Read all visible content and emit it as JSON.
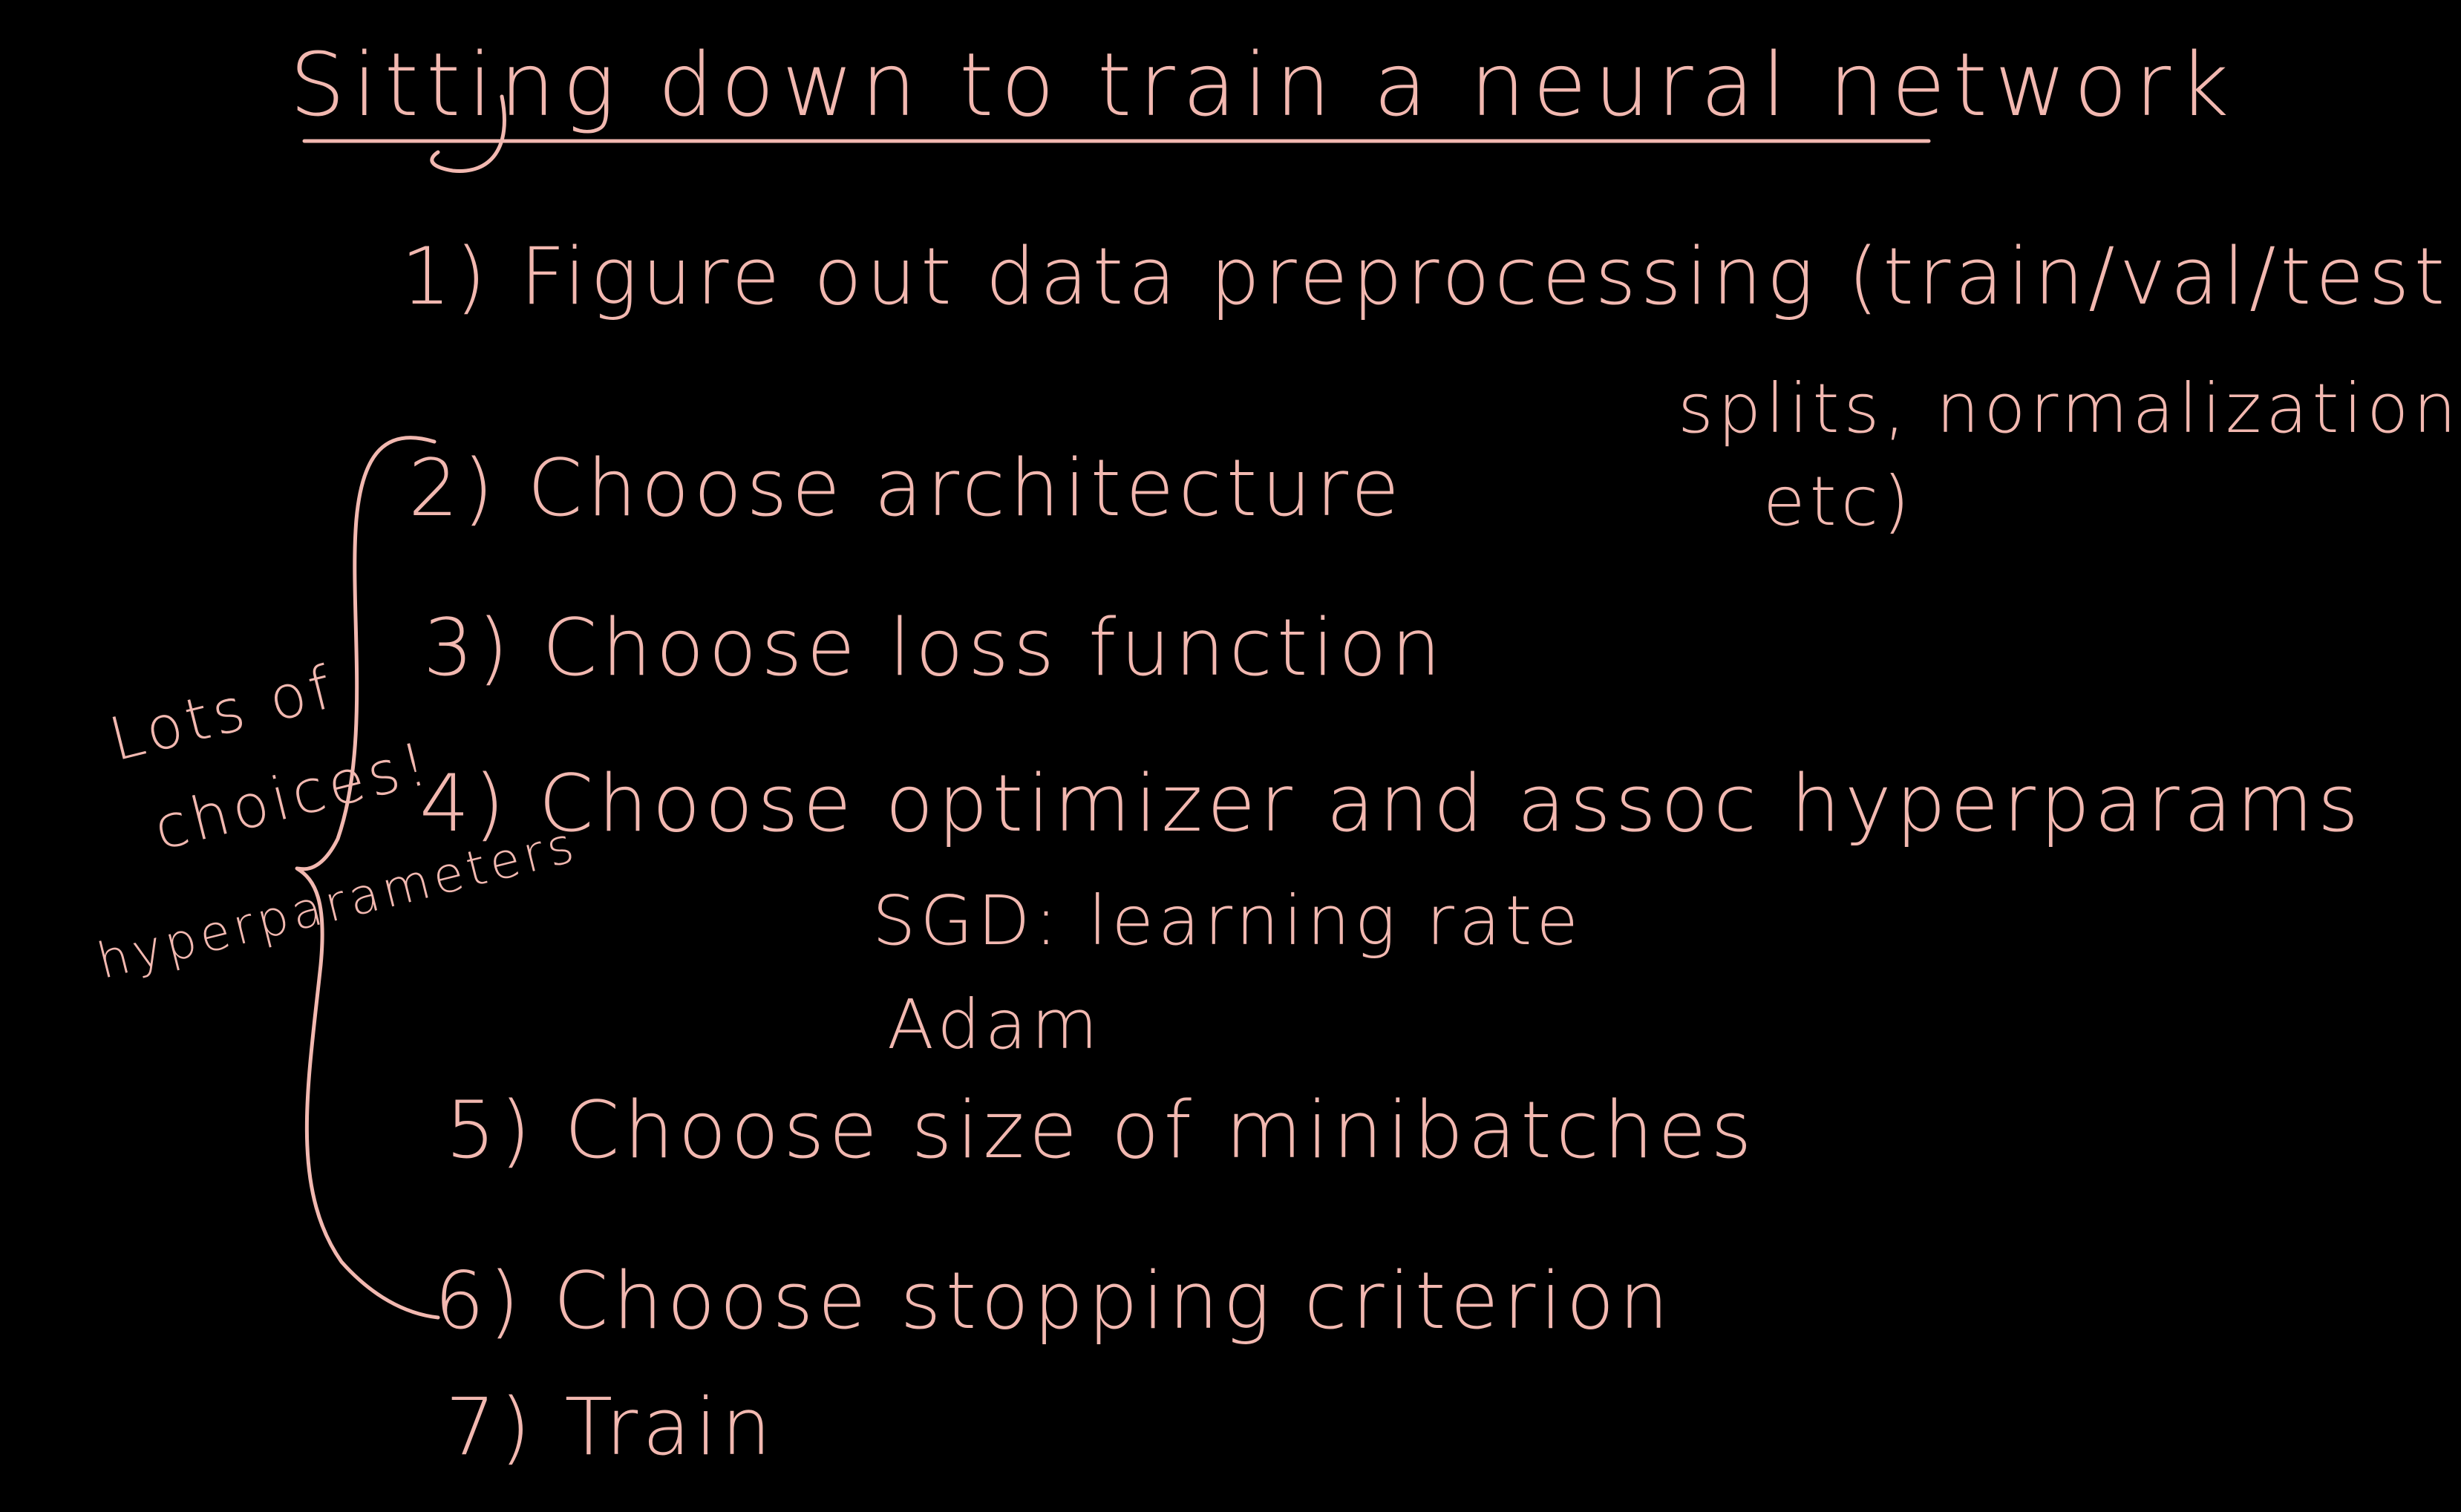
{
  "title": "Sitting down to train a neural network",
  "steps": [
    {
      "text": "1) Figure out data preprocessing (train/val/test"
    },
    {
      "text": "2) Choose architecture"
    },
    {
      "text": "3) Choose loss function"
    },
    {
      "text": "4) Choose optimizer and assoc hyperparams"
    },
    {
      "text": "5) Choose size of minibatches"
    },
    {
      "text": "6) Choose stopping criterion"
    },
    {
      "text": "7) Train"
    }
  ],
  "step1_continuation": {
    "line1": "splits, normalization",
    "line2": "etc)"
  },
  "optimizer_notes": {
    "sgd": "SGD: learning rate",
    "adam": "Adam"
  },
  "side_note": {
    "line1": "Lots of",
    "line2": "choices!",
    "line3": "hyperparameters"
  },
  "colors": {
    "background": "#000000",
    "ink": "#f2b8b0"
  }
}
